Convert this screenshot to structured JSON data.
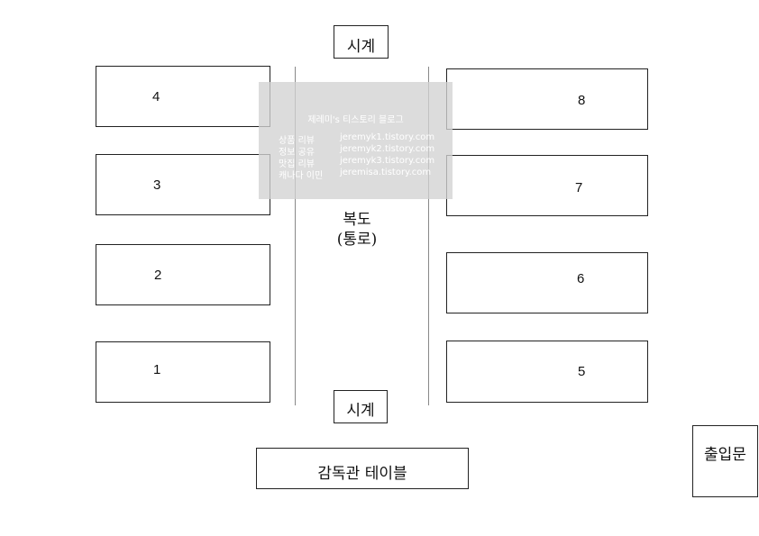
{
  "clocks": {
    "top": "시계",
    "bottom": "시계"
  },
  "corridor": {
    "line1": "복도",
    "line2": "(통로)"
  },
  "tables": {
    "left": [
      "4",
      "3",
      "2",
      "1"
    ],
    "right": [
      "8",
      "7",
      "6",
      "5"
    ]
  },
  "supervisor_table": "감독관 테이블",
  "entrance": "출입문",
  "watermark": {
    "title": "제레미's 티스토리 블로그",
    "rows": [
      {
        "label": "상품 리뷰",
        "url": "jeremyk1.tistory.com"
      },
      {
        "label": "정보 공유",
        "url": "jeremyk2.tistory.com"
      },
      {
        "label": "맛집 리뷰",
        "url": "jeremyk3.tistory.com"
      },
      {
        "label": "캐나다 이민",
        "url": "jeremisa.tistory.com"
      }
    ]
  }
}
